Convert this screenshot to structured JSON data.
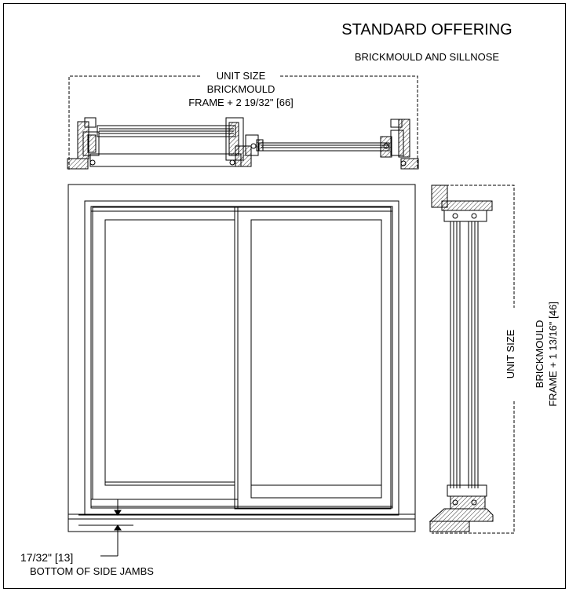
{
  "header": {
    "title": "STANDARD OFFERING",
    "subtitle": "BRICKMOULD AND SILLNOSE"
  },
  "top_section": {
    "line1": "UNIT SIZE",
    "line2": "BRICKMOULD",
    "line3": "FRAME + 2 19/32\" [66]"
  },
  "side_section": {
    "line1": "UNIT SIZE",
    "line2": "BRICKMOULD",
    "line3": "FRAME + 1 13/16\" [46]"
  },
  "bottom_note": {
    "dimension": "17/32\" [13]",
    "label": "BOTTOM OF SIDE JAMBS"
  },
  "colors": {
    "line": "#000000",
    "background": "#ffffff"
  }
}
